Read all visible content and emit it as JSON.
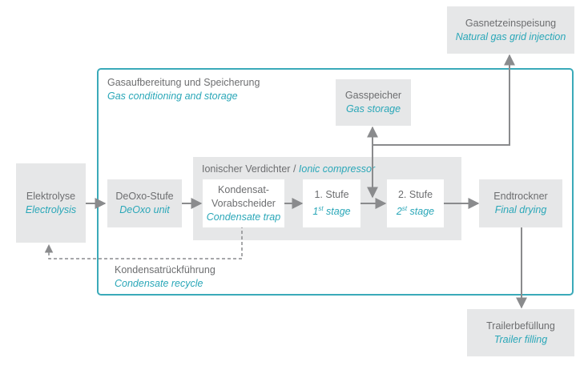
{
  "nodes": {
    "electrolysis": {
      "de": "Elektrolyse",
      "en": "Electrolysis"
    },
    "deoxo": {
      "de": "DeOxo-Stufe",
      "en": "DeOxo unit"
    },
    "condensate_trap": {
      "de1": "Kondensat-",
      "de2": "Vorabscheider",
      "en": "Condensate trap"
    },
    "stage1": {
      "de": "1. Stufe",
      "en_num": "1",
      "en_sup": "st",
      "en_rest": " stage"
    },
    "stage2": {
      "de": "2. Stufe",
      "en_num": "2",
      "en_sup": "st",
      "en_rest": " stage"
    },
    "final_drying": {
      "de": "Endtrockner",
      "en": "Final drying"
    },
    "gas_storage": {
      "de": "Gasspeicher",
      "en": "Gas storage"
    },
    "grid_injection": {
      "de": "Gasnetzeinspeisung",
      "en": "Natural gas grid injection"
    },
    "trailer_filling": {
      "de": "Trailerbefüllung",
      "en": "Trailer filling"
    }
  },
  "groups": {
    "conditioning": {
      "de": "Gasaufbereitung und Speicherung",
      "en": "Gas conditioning and storage"
    },
    "compressor": {
      "de": "Ionischer Verdichter / ",
      "en": "Ionic compressor"
    }
  },
  "recycle": {
    "de": "Kondensatrückführung",
    "en": "Condensate recycle"
  },
  "colors": {
    "accent": "#2aa7b8",
    "box": "#e6e7e8",
    "text": "#6d6e70",
    "arrow": "#8a8b8d"
  }
}
